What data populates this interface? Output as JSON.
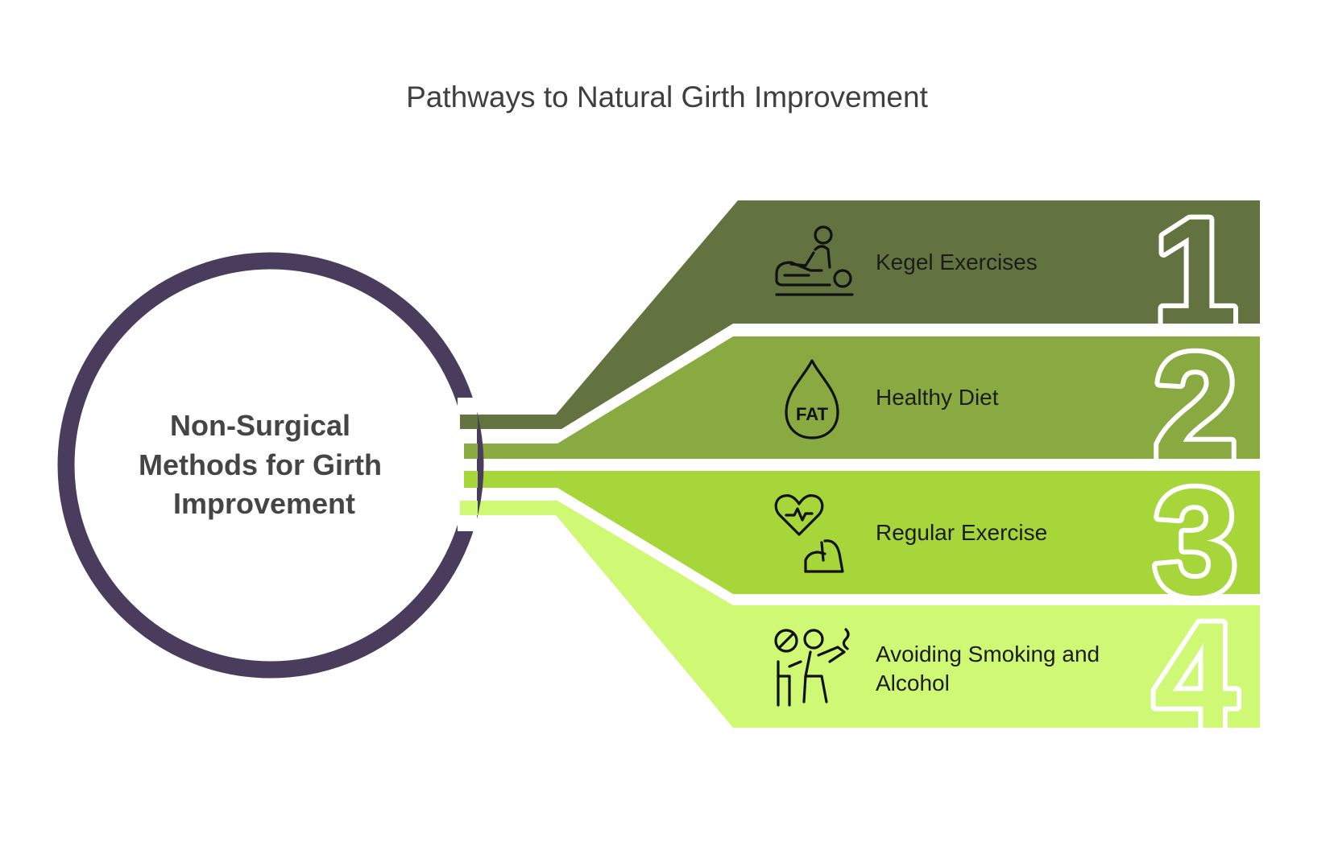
{
  "title": "Pathways to Natural Girth Improvement",
  "center": {
    "lines": [
      "Non-Surgical",
      "Methods for Girth",
      "Improvement"
    ],
    "ring_color": "#4a3c5c"
  },
  "items": [
    {
      "number": "1",
      "label_lines": [
        "Kegel Exercises"
      ],
      "icon": "massage-icon",
      "color": "#63733f"
    },
    {
      "number": "2",
      "label_lines": [
        "Healthy Diet"
      ],
      "icon": "fat-drop-icon",
      "icon_text": "FAT",
      "color": "#89aa41"
    },
    {
      "number": "3",
      "label_lines": [
        "Regular Exercise"
      ],
      "icon": "heart-muscle-icon",
      "color": "#a6d63a"
    },
    {
      "number": "4",
      "label_lines": [
        "Avoiding Smoking and",
        "Alcohol"
      ],
      "icon": "no-smoking-icon",
      "color": "#cff874"
    }
  ]
}
